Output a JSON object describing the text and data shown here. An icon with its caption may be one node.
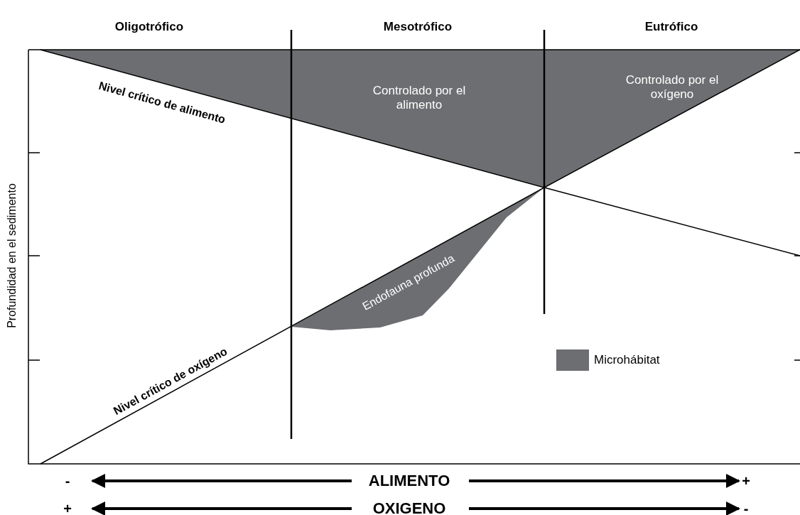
{
  "diagram": {
    "labels": [
      "Oligotrófico",
      "Mesotrófico",
      "Eutrófico",
      "Nivel crítico de alimento",
      "Controlado por el alimento",
      "Controlado por el oxígeno",
      "Profundidad en el sedimento",
      "Endofauna profunda",
      "Nivel crítico de oxígeno",
      "-",
      "ALIMENTO",
      "+",
      "+",
      "OXIGENO",
      "-"
    ],
    "legend": [
      {
        "text": "Microhábitat",
        "color": "#6d6e71"
      }
    ]
  }
}
